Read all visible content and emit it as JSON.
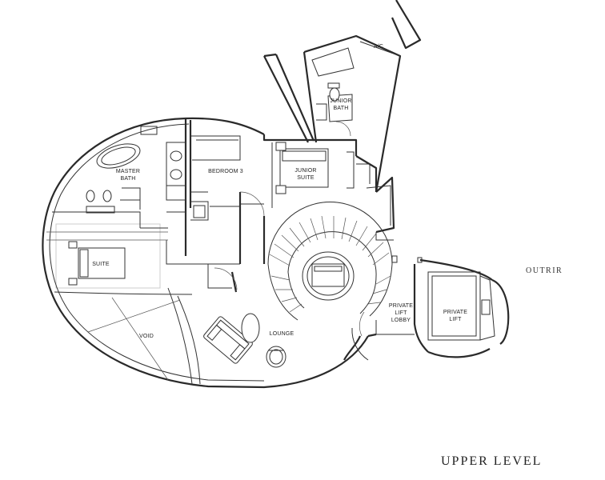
{
  "title": "UPPER LEVEL",
  "labels": {
    "ac": "A/C",
    "junior_bath_1": "JUNIOR",
    "junior_bath_2": "BATH",
    "master_bath_1": "MASTER",
    "master_bath_2": "BATH",
    "bedroom3": "BEDROOM 3",
    "junior_suite_1": "JUNIOR",
    "junior_suite_2": "SUITE",
    "master_suite": "SUITE",
    "void": "VOID",
    "lounge": "LOUNGE",
    "lift_lobby_1": "PRIVATE",
    "lift_lobby_2": "LIFT",
    "lift_lobby_3": "LOBBY",
    "private_lift_1": "PRIVATE",
    "private_lift_2": "LIFT",
    "outside": "OUTRIR"
  }
}
